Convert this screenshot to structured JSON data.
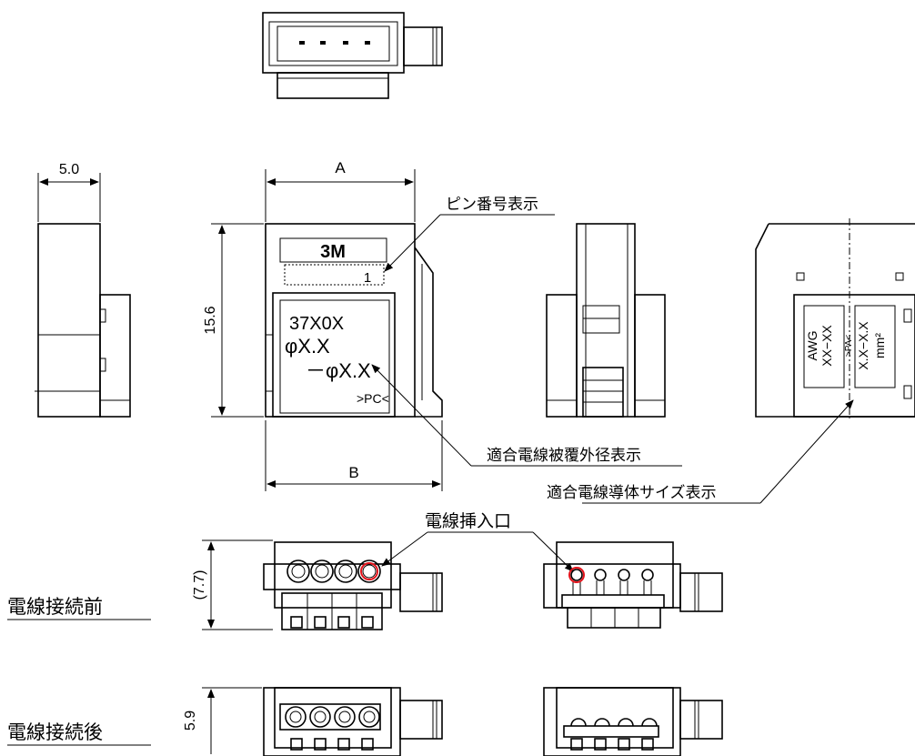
{
  "dimensions": {
    "width_label": "5.0",
    "top_width": "A",
    "bottom_width": "B",
    "height": "15.6",
    "pre_height": "(7.7)",
    "post_height": "5.9"
  },
  "callouts": {
    "pin_number": "ピン番号表示",
    "outer_diameter": "適合電線被覆外径表示",
    "conductor_size": "適合電線導体サイズ表示",
    "wire_entry": "電線挿入口"
  },
  "labels": {
    "before_connection": "電線接続前",
    "after_connection": "電線接続後"
  },
  "marking_front": {
    "logo": "3M",
    "pin": "1",
    "line1": "37X0X",
    "line2": "φX.X",
    "line3": "－φX.X",
    "line4": ">PC<"
  },
  "marking_side": {
    "awg": "AWG",
    "awg_range": "XX−XX",
    "material": ">PA<",
    "size": "X.X−X.X",
    "unit": "mm²"
  },
  "colors": {
    "highlight": "#e3131b",
    "fill": "#bdbdbd"
  }
}
